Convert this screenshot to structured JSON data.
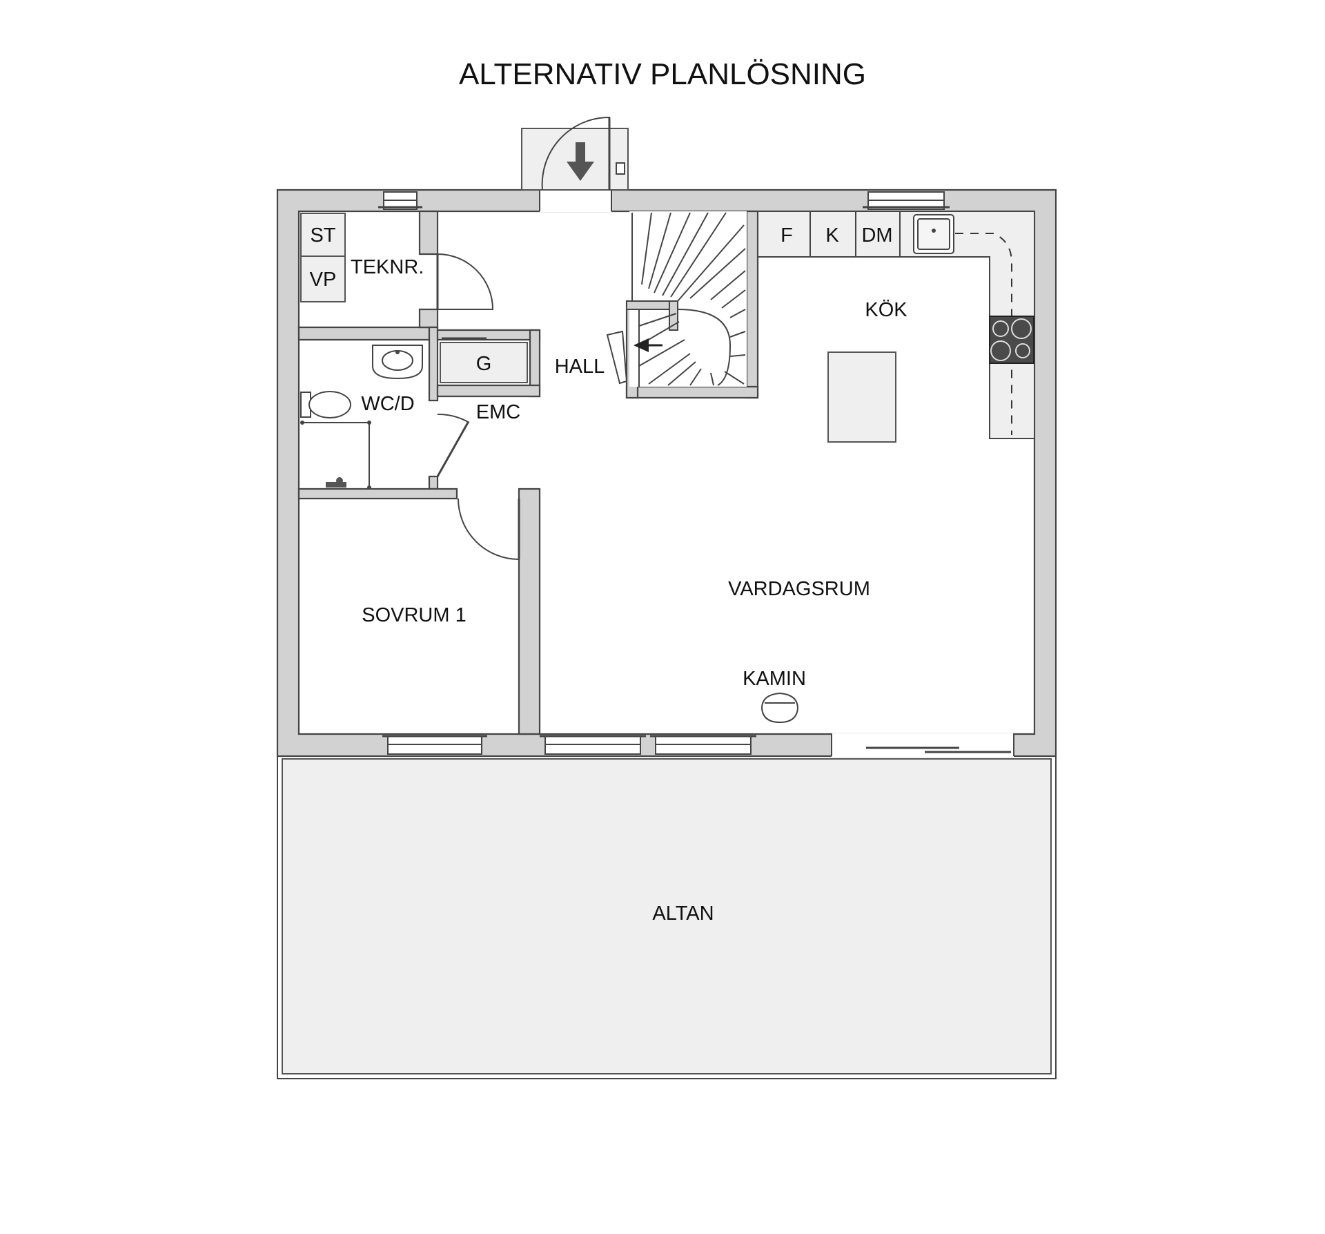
{
  "title": "ALTERNATIV PLANLÖSNING",
  "rooms": {
    "st": "ST",
    "vp": "VP",
    "teknr": "TEKNR.",
    "g": "G",
    "hall": "HALL",
    "wcd": "WC/D",
    "emc": "EMC",
    "f": "F",
    "k": "K",
    "dm": "DM",
    "kok": "KÖK",
    "vardagsrum": "VARDAGSRUM",
    "sovrum1": "SOVRUM 1",
    "kamin": "KAMIN",
    "altan": "ALTAN"
  },
  "icons": {
    "entrance": "entrance-arrow-icon",
    "stair": "stair-direction-arrow-icon",
    "sink": "kitchen-sink-icon",
    "stove": "stove-icon",
    "toilet": "toilet-icon",
    "washbasin": "washbasin-icon"
  },
  "colors": {
    "wall": "#d2d2d2",
    "line": "#444444",
    "floor": "#ffffff",
    "terrace": "#efefef",
    "stove": "#4a4a4a"
  }
}
